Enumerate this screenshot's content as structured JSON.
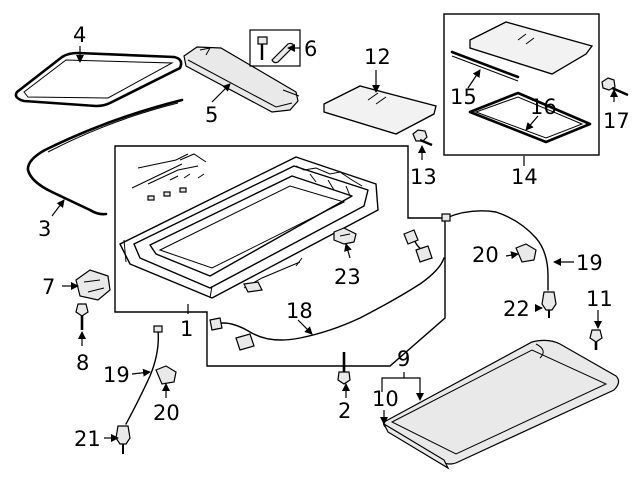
{
  "callouts": {
    "c1": "1",
    "c2": "2",
    "c3": "3",
    "c4": "4",
    "c5": "5",
    "c6": "6",
    "c7": "7",
    "c8": "8",
    "c9": "9",
    "c10": "10",
    "c11": "11",
    "c12": "12",
    "c13": "13",
    "c14": "14",
    "c15": "15",
    "c16": "16",
    "c17": "17",
    "c18": "18",
    "c19a": "19",
    "c19b": "19",
    "c20a": "20",
    "c20b": "20",
    "c21": "21",
    "c22": "22",
    "c23": "23"
  }
}
